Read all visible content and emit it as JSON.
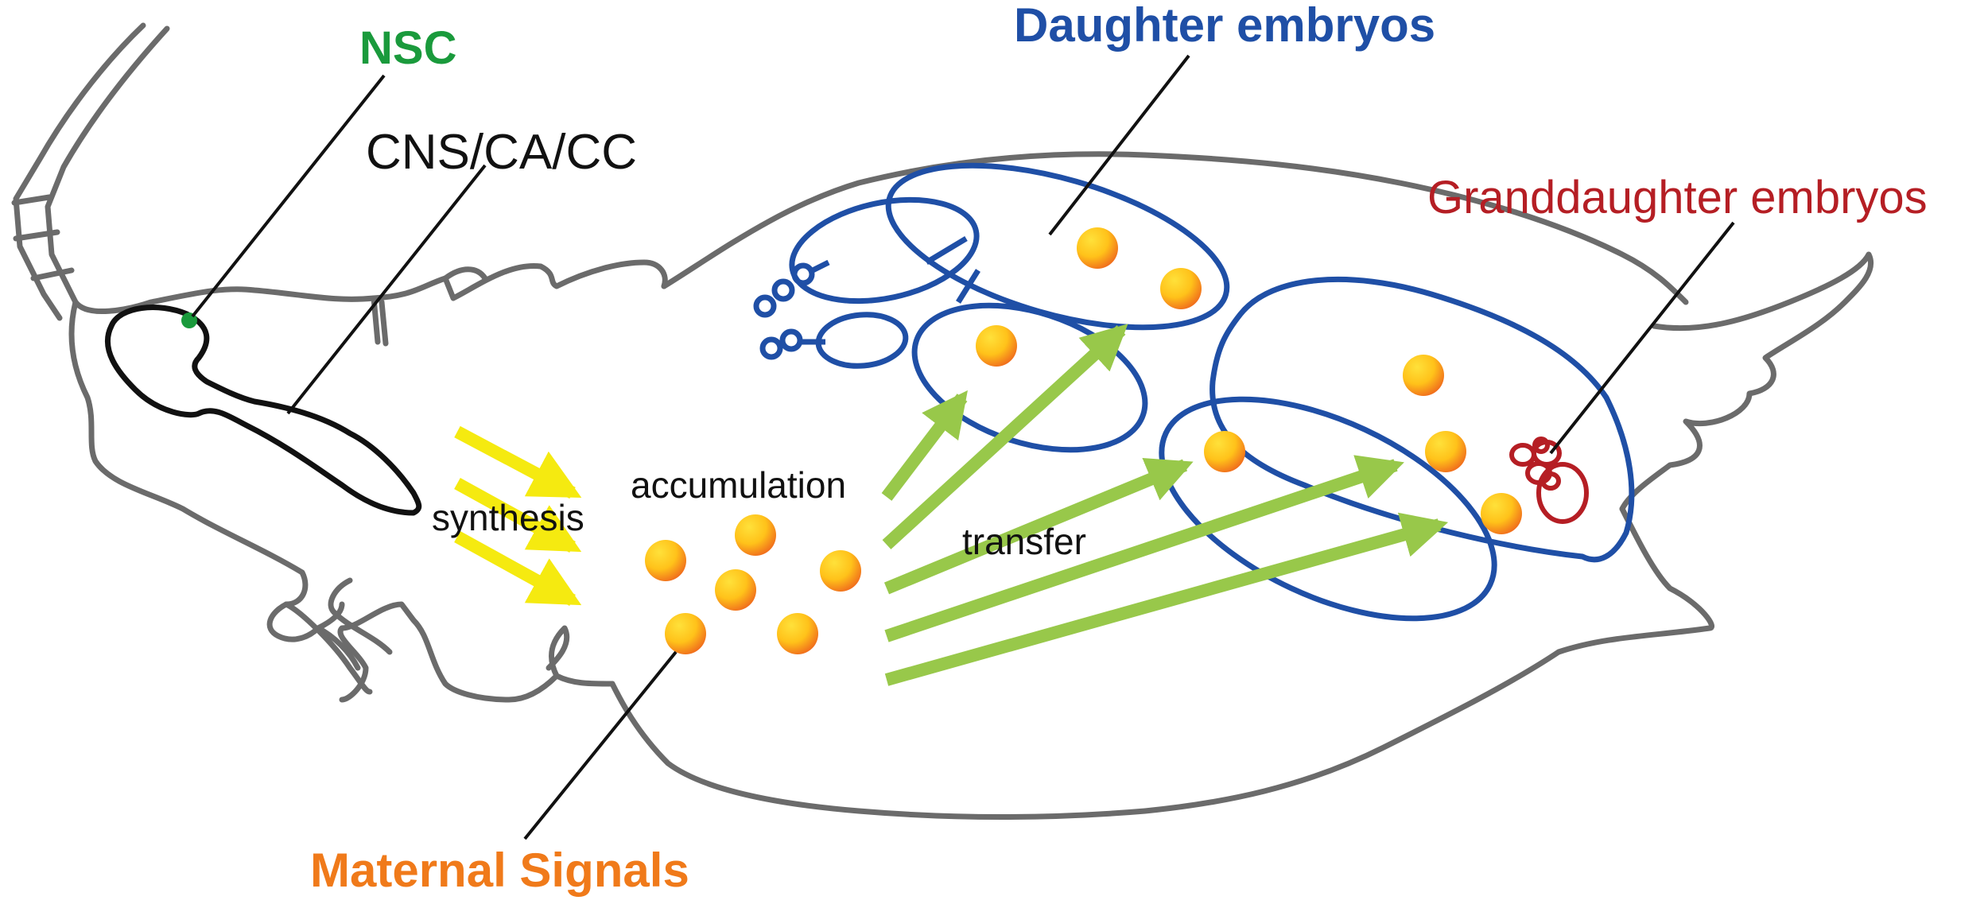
{
  "labels": {
    "nsc": "NSC",
    "cns_ca_cc": "CNS/CA/CC",
    "daughter_embryos": "Daughter embryos",
    "granddaughter_embryos": "Granddaughter embryos",
    "synthesis": "synthesis",
    "accumulation": "accumulation",
    "transfer": "transfer",
    "maternal_signals": "Maternal Signals"
  },
  "colors": {
    "nsc": "#1a9a3c",
    "cns_ca_cc": "#111111",
    "daughter": "#1f4fa6",
    "granddaughter": "#b51e24",
    "maternal": "#f07a1a",
    "synthesis_arrow": "#f5ea10",
    "transfer_arrow": "#98c84a",
    "body_outline": "#6b6b6b",
    "signal_dot_inner": "#ffd21a",
    "signal_dot_outer": "#f07a1a"
  }
}
